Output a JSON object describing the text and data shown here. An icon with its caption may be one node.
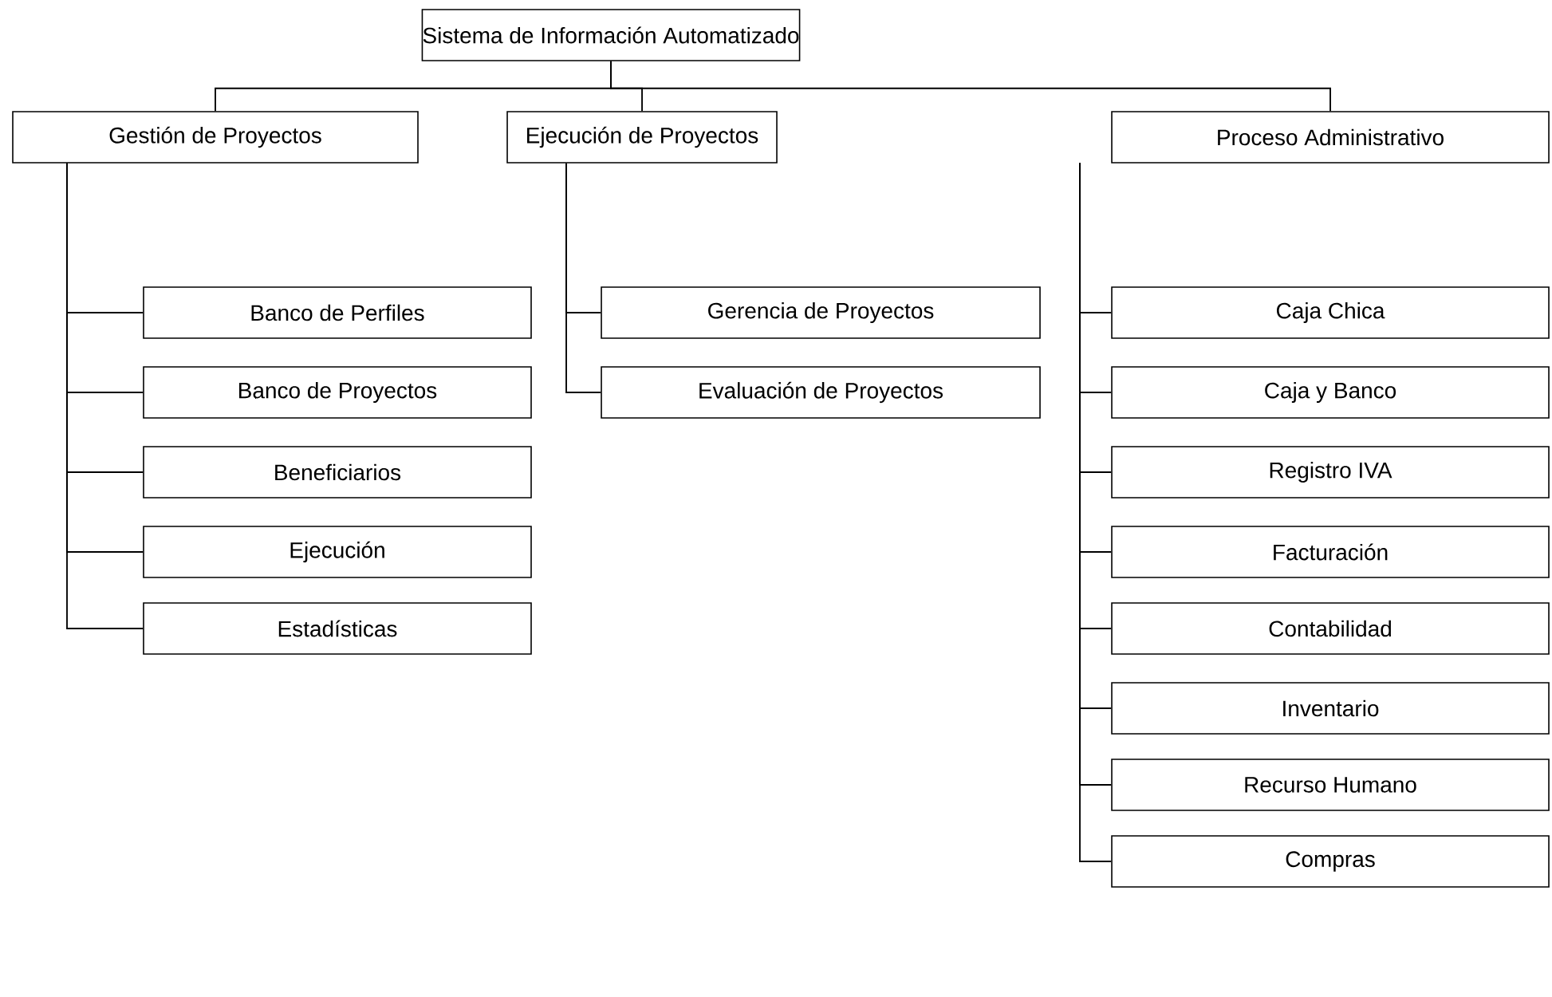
{
  "diagram": {
    "nodes": [
      {
        "text": [
          "Sistema de Información Automatizado"
        ]
      },
      {
        "text": [
          "Gestión de Proyectos"
        ]
      },
      {
        "text": [
          "Ejecución de Proyectos"
        ]
      },
      {
        "text": [
          "Proceso Administrativo"
        ]
      },
      {
        "text": [
          "Banco de Perfiles"
        ]
      },
      {
        "text": [
          "Banco de Proyectos"
        ]
      },
      {
        "text": [
          "Beneficiarios"
        ]
      },
      {
        "text": [
          "Ejecución"
        ]
      },
      {
        "text": [
          "Estadísticas"
        ]
      },
      {
        "text": [
          "Gerencia de Proyectos"
        ]
      },
      {
        "text": [
          "Evaluación de Proyectos"
        ]
      },
      {
        "text": [
          "Caja Chica"
        ]
      },
      {
        "text": [
          "Caja y Banco"
        ]
      },
      {
        "text": [
          "Registro IVA"
        ]
      },
      {
        "text": [
          "Facturación"
        ]
      },
      {
        "text": [
          "Contabilidad"
        ]
      },
      {
        "text": [
          "Inventario"
        ]
      },
      {
        "text": [
          "Recurso Humano"
        ]
      },
      {
        "text": [
          "Compras"
        ]
      }
    ],
    "edges": [
      {
        "from": 0,
        "to": 1,
        "arrow": "none"
      },
      {
        "from": 0,
        "to": 2,
        "arrow": "none"
      },
      {
        "from": 0,
        "to": 3,
        "arrow": "none"
      },
      {
        "from": 1,
        "to": 4,
        "arrow": "none"
      },
      {
        "from": 1,
        "to": 5,
        "arrow": "none"
      },
      {
        "from": 1,
        "to": 6,
        "arrow": "none"
      },
      {
        "from": 1,
        "to": 7,
        "arrow": "none"
      },
      {
        "from": 1,
        "to": 8,
        "arrow": "none"
      },
      {
        "from": 2,
        "to": 9,
        "arrow": "none"
      },
      {
        "from": 2,
        "to": 10,
        "arrow": "none"
      },
      {
        "from": 3,
        "to": 11,
        "arrow": "none"
      },
      {
        "from": 3,
        "to": 12,
        "arrow": "none"
      },
      {
        "from": 3,
        "to": 13,
        "arrow": "none"
      },
      {
        "from": 3,
        "to": 14,
        "arrow": "none"
      },
      {
        "from": 3,
        "to": 15,
        "arrow": "none"
      },
      {
        "from": 3,
        "to": 16,
        "arrow": "none"
      },
      {
        "from": 3,
        "to": 17,
        "arrow": "none"
      },
      {
        "from": 3,
        "to": 18,
        "arrow": "none"
      }
    ]
  }
}
